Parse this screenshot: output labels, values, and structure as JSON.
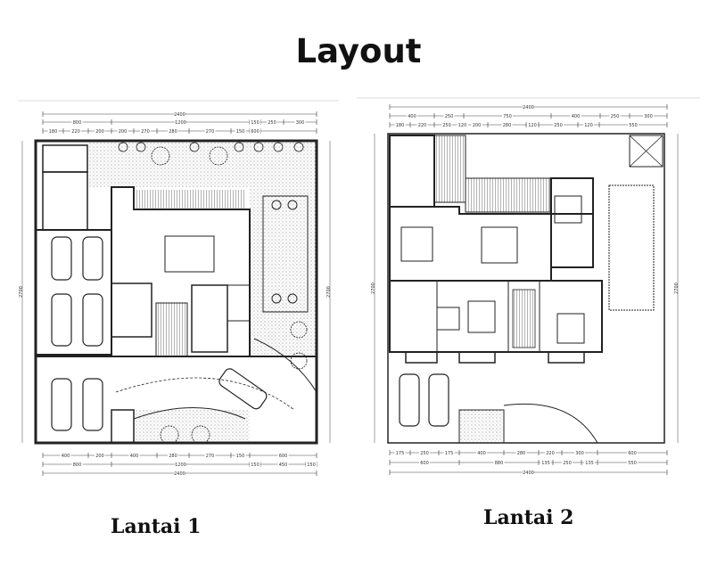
{
  "title": "Layout",
  "floors": [
    {
      "caption": "Lantai 1",
      "dims_top": [
        [
          "2400"
        ],
        [
          "800",
          "1200",
          "150",
          "250",
          "300"
        ],
        [
          "180",
          "220",
          "200",
          "200",
          "270",
          "280",
          "270",
          "150",
          "600"
        ]
      ],
      "dims_bottom": [
        [
          "400",
          "200",
          "400",
          "280",
          "270",
          "150",
          "600"
        ],
        [
          "800",
          "1200",
          "150",
          "450",
          "150"
        ],
        [
          "2400"
        ]
      ],
      "dims_side": "2700"
    },
    {
      "caption": "Lantai 2",
      "dims_top": [
        [
          "2400"
        ],
        [
          "400",
          "250",
          "750",
          "400",
          "250",
          "300"
        ],
        [
          "180",
          "220",
          "250",
          "120",
          "200",
          "280",
          "120",
          "250",
          "120",
          "550"
        ]
      ],
      "dims_bottom": [
        [
          "175",
          "250",
          "175",
          "400",
          "280",
          "220",
          "300",
          "600"
        ],
        [
          "600",
          "880",
          "135",
          "250",
          "135",
          "550"
        ],
        [
          "2400"
        ]
      ],
      "dims_side": "2700"
    }
  ]
}
